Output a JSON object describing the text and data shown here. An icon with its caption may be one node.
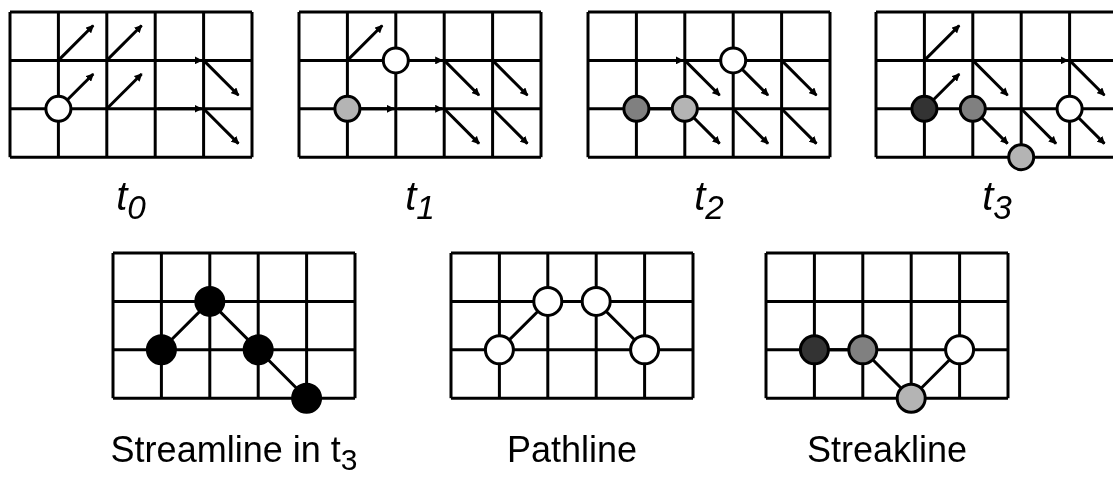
{
  "diagram": {
    "labels": [
      "t$_{0}$",
      "t$_{1}$",
      "t$_{2}$",
      "t$_{3}$",
      "Streamline in t$_{3}$",
      "Pathline",
      "Streakline"
    ]
  }
}
